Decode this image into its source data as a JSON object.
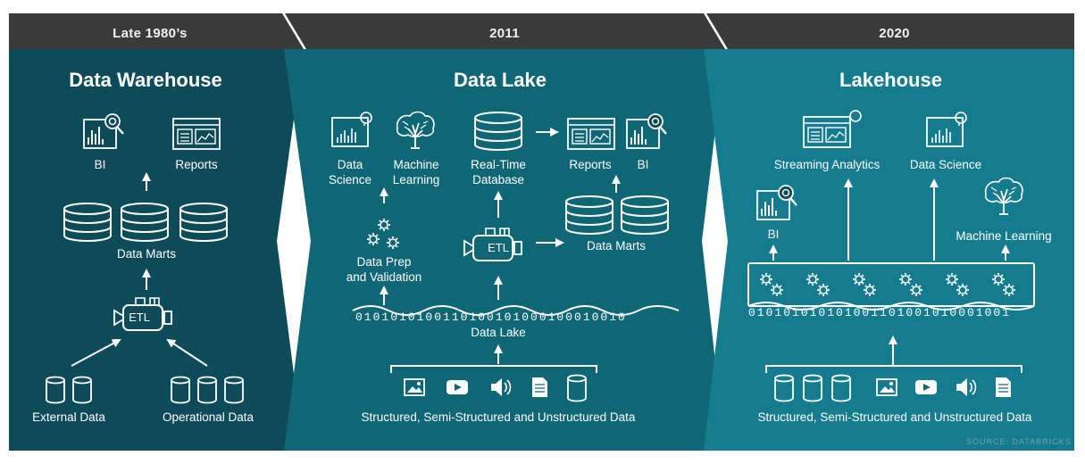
{
  "eras": {
    "warehouse": "Late 1980’s",
    "lake": "2011",
    "lakehouse": "2020"
  },
  "warehouse": {
    "title": "Data Warehouse",
    "bi": "BI",
    "reports": "Reports",
    "data_marts": "Data Marts",
    "etl": "ETL",
    "external_data": "External Data",
    "operational_data": "Operational Data"
  },
  "lake": {
    "title": "Data Lake",
    "data_science_1": "Data",
    "data_science_2": "Science",
    "ml_1": "Machine",
    "ml_2": "Learning",
    "rtdb_1": "Real-Time",
    "rtdb_2": "Database",
    "reports": "Reports",
    "bi": "BI",
    "data_marts": "Data Marts",
    "etl": "ETL",
    "prep_1": "Data Prep",
    "prep_2": "and Validation",
    "bits": "0101010100110100101000100010010",
    "data_lake_label": "Data Lake",
    "sources": "Structured, Semi-Structured and Unstructured Data"
  },
  "lakehouse": {
    "title": "Lakehouse",
    "streaming": "Streaming Analytics",
    "data_science": "Data Science",
    "bi": "BI",
    "ml": "Machine Learning",
    "bits": "010101010101001101001010001001",
    "sources": "Structured, Semi-Structured and Unstructured Data"
  },
  "source_note": "SOURCE: DATABRICKS",
  "colors": {
    "header_bar": "#3a3a3a",
    "warehouse_bg": "#0e4b58",
    "lake_bg": "#0f6675",
    "lakehouse_bg": "#157b8e",
    "line": "#ffffff"
  }
}
